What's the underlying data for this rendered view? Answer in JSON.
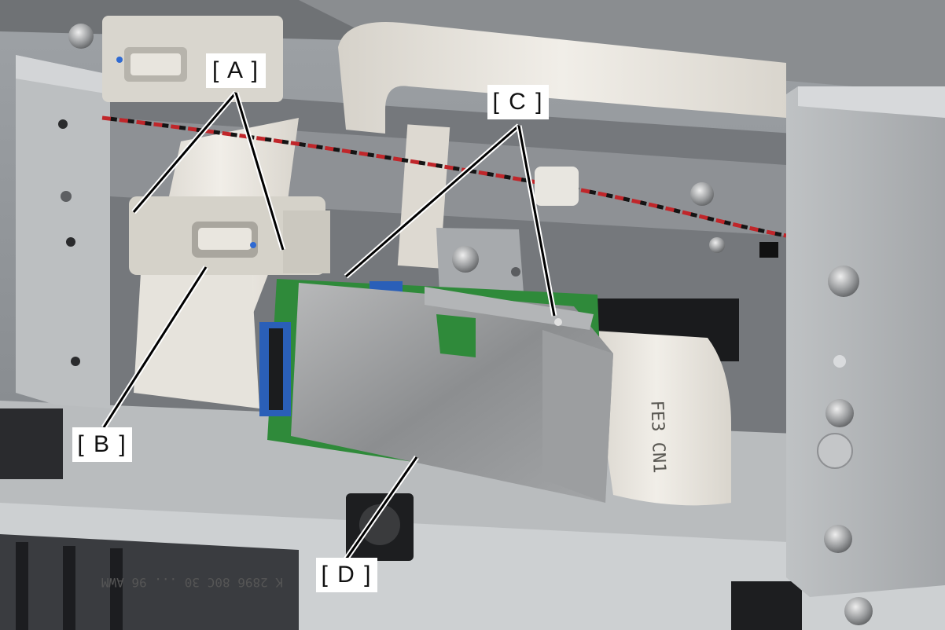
{
  "callouts": {
    "a": "[ A ]",
    "b": "[ B ]",
    "c": "[ C ]",
    "d": "[ D ]"
  },
  "printed_text": {
    "cable_label": "FE3 CN1",
    "cable_label_upper": "FE3",
    "chassis_marking": "K   2896 80C 30 ... 96 AWM"
  },
  "colors": {
    "chassis": "#a9acaf",
    "panel": "#8d9094",
    "board_green": "#2f8a3a",
    "connector_blue": "#2a5fb8",
    "cable_white": "#e8e4dc",
    "wire_red": "#c0262a",
    "wire_black": "#141414"
  }
}
